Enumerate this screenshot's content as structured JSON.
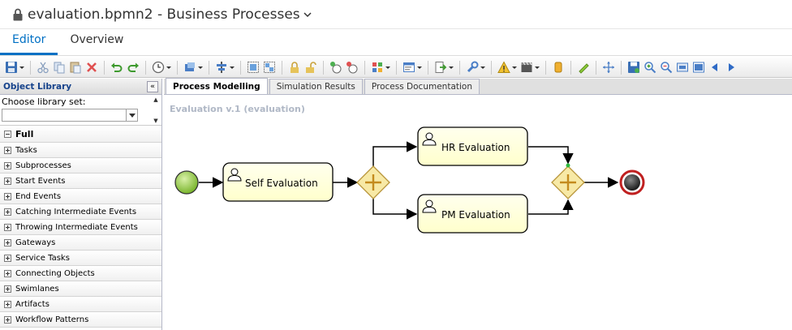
{
  "header": {
    "title": "evaluation.bpmn2 - Business Processes"
  },
  "tabs": [
    {
      "label": "Editor"
    },
    {
      "label": "Overview"
    }
  ],
  "library": {
    "title": "Object Library",
    "choose_label": "Choose library set:",
    "selected_set": "",
    "root": "Full",
    "items": [
      "Tasks",
      "Subprocesses",
      "Start Events",
      "End Events",
      "Catching Intermediate Events",
      "Throwing Intermediate Events",
      "Gateways",
      "Service Tasks",
      "Connecting Objects",
      "Swimlanes",
      "Artifacts",
      "Workflow Patterns"
    ]
  },
  "canvas_tabs": [
    "Process Modelling",
    "Simulation Results",
    "Process Documentation"
  ],
  "process": {
    "title": "Evaluation v.1 (evaluation)",
    "tasks": {
      "self": "Self Evaluation",
      "hr": "HR Evaluation",
      "pm": "PM Evaluation"
    }
  },
  "colors": {
    "accent": "#0070c4",
    "task_fill": "#ffffdd",
    "gateway_fill": "#f7e9a6",
    "gateway_cross": "#c48b1e",
    "start_fill": "#96cc4a",
    "end_stroke": "#c02020"
  }
}
